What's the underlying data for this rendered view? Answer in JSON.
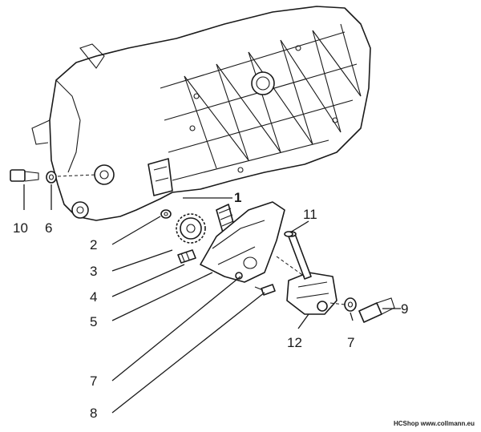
{
  "callouts": [
    "1",
    "2",
    "3",
    "4",
    "5",
    "6",
    "7",
    "7",
    "8",
    "9",
    "10",
    "11",
    "12"
  ],
  "watermark": "HCShop www.collmann.eu"
}
